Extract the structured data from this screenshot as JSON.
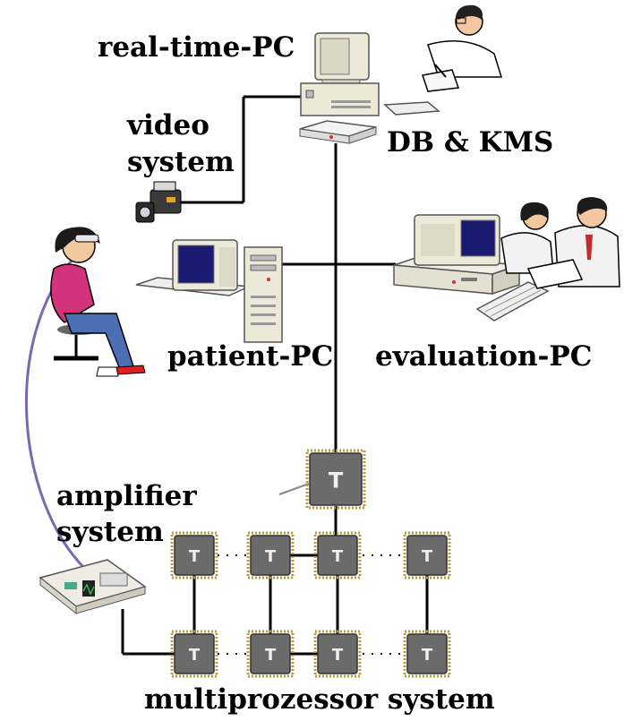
{
  "labels": {
    "realtime_pc": "real-time-PC",
    "db_kms": "DB & KMS",
    "video_line1": "video",
    "video_line2": "system",
    "patient_pc": "patient-PC",
    "evaluation_pc": "evaluation-PC",
    "amp_line1": "amplifier",
    "amp_line2": "system",
    "multiprocessor": "multiprozessor system"
  },
  "chip_letter": "T",
  "colors": {
    "line": "#000000",
    "cable": "#7b68b3",
    "chip": "#6b6b6b",
    "chip_frame": "#b89a3c",
    "monitor_screen": "#1a1a70",
    "case": "#e9e7d9",
    "skin": "#f3c7a0",
    "shirt": "#d2337a",
    "jeans": "#4a6fb5",
    "lab_coat": "#f2f2f2"
  },
  "icons": [
    "monitor-icon",
    "computer-tower-icon",
    "keyboard-icon",
    "network-hub-icon",
    "video-camera-icon",
    "person-icon",
    "amplifier-icon",
    "processor-chip-icon"
  ]
}
